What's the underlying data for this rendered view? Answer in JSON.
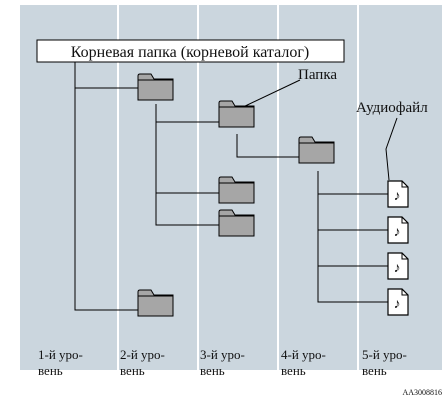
{
  "diagram": {
    "root_label": "Корневая папка (корневой каталог)",
    "folder_label": "Папка",
    "audio_label": "Аудиофайл",
    "levels": [
      {
        "line1": "1-й уро-",
        "line2": "вень"
      },
      {
        "line1": "2-й уро-",
        "line2": "вень"
      },
      {
        "line1": "3-й уро-",
        "line2": "вень"
      },
      {
        "line1": "4-й уро-",
        "line2": "вень"
      },
      {
        "line1": "5-й уро-",
        "line2": "вень"
      }
    ],
    "figure_code": "AA3008816",
    "audio_icon_glyph": "♪",
    "folder_icon": "folder-icon",
    "audio_file_icon": "audio-file-icon",
    "colors": {
      "panel_background": "#cbd6de",
      "folder_fill": "#a6a6a6",
      "level_divider": "#ffffff",
      "line": "#000000"
    }
  }
}
